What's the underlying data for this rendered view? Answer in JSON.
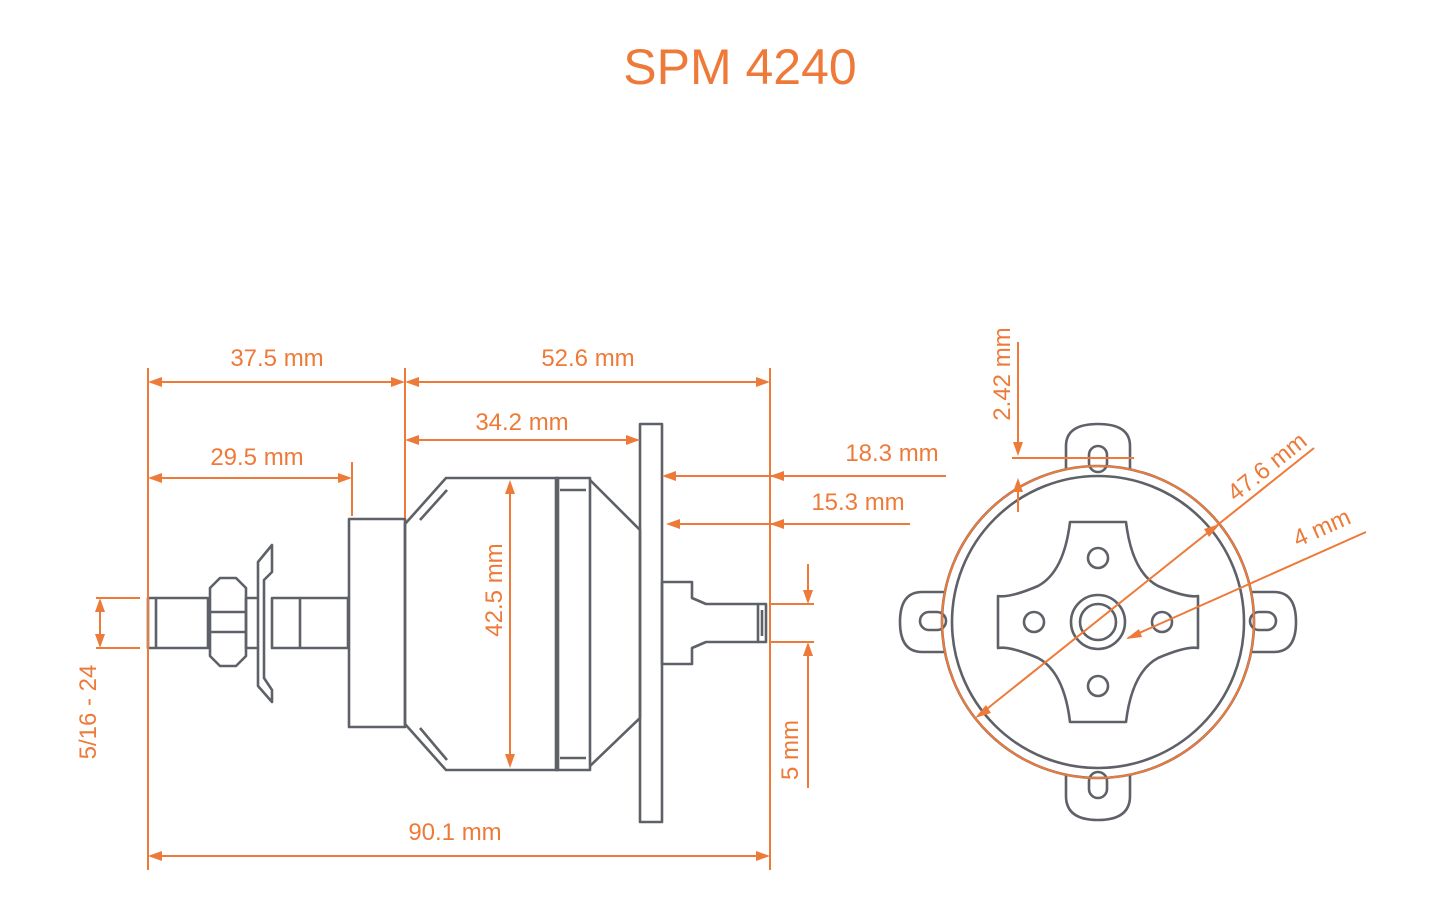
{
  "title": "SPM 4240",
  "colors": {
    "accent": "#EE7A3A",
    "part_outline": "#5E6167",
    "background": "#FFFFFF"
  },
  "side_view": {
    "dimensions": {
      "front_to_body": "37.5 mm",
      "body_length": "52.6 mm",
      "can_length": "34.2 mm",
      "front_to_collet": "29.5 mm",
      "rear_shaft": "18.3 mm",
      "mount_to_end": "15.3 mm",
      "can_diameter": "42.5 mm",
      "thread": "5/16 - 24",
      "shaft_diameter": "5 mm",
      "overall_length": "90.1 mm"
    }
  },
  "end_view": {
    "dimensions": {
      "offset": "2.42 mm",
      "mount_circle": "47.6 mm",
      "hole": "4 mm"
    }
  }
}
